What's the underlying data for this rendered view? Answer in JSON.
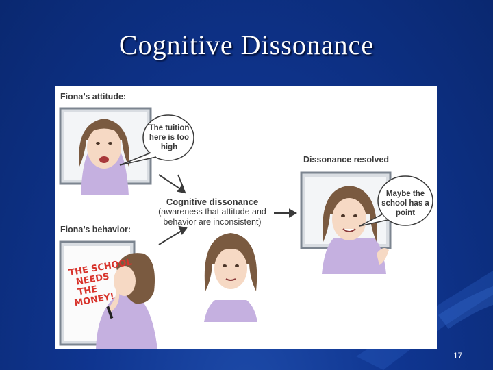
{
  "slide": {
    "title": "Cognitive Dissonance",
    "page_number": "17"
  },
  "diagram": {
    "attitude_label": "Fiona’s attitude:",
    "attitude_bubble": [
      "The tuition",
      "here is too",
      "high"
    ],
    "behavior_label": "Fiona’s behavior:",
    "sign_lines": [
      "THE SCHOOL",
      "NEEDS",
      "THE",
      "MONEY!"
    ],
    "center_title": "Cognitive dissonance",
    "center_sub": [
      "(awareness that attitude and",
      "behavior are inconsistent)"
    ],
    "resolved_label": "Dissonance resolved",
    "resolved_bubble": [
      "Maybe the",
      "school has a",
      "point"
    ]
  },
  "colors": {
    "background": "#0f3590",
    "panel": "#ffffff",
    "sign_text": "#d8342c",
    "sweater": "#b49bd6",
    "hair": "#7a5a40"
  }
}
